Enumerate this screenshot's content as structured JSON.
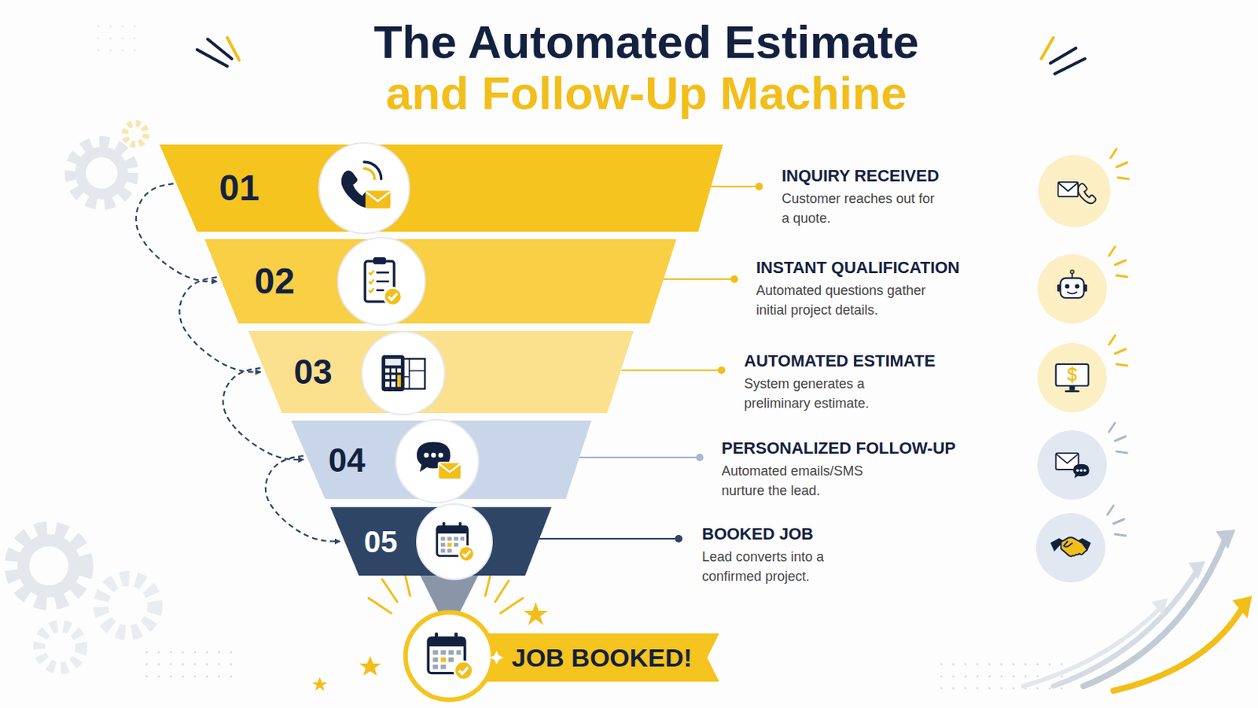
{
  "diagram": {
    "title": "The Automated Estimate and Follow-Up Machine",
    "nodes": [
      {
        "text": [
          "01",
          "INQUIRY RECEIVED",
          "Customer reaches out for a quote."
        ]
      },
      {
        "text": [
          "02",
          "INSTANT QUALIFICATION",
          "Automated questions gather initial project details."
        ]
      },
      {
        "text": [
          "03",
          "AUTOMATED ESTIMATE",
          "System generates a preliminary estimate."
        ]
      },
      {
        "text": [
          "04",
          "PERSONALIZED FOLLOW-UP",
          "Automated emails/SMS nurture the lead."
        ]
      },
      {
        "text": [
          "05",
          "BOOKED JOB",
          "Lead converts into a confirmed project."
        ]
      },
      {
        "text": [
          "JOB BOOKED!"
        ]
      }
    ],
    "edges": [
      {
        "from": 0,
        "to": 1,
        "arrow": "to"
      },
      {
        "from": 1,
        "to": 2,
        "arrow": "to"
      },
      {
        "from": 2,
        "to": 3,
        "arrow": "to"
      },
      {
        "from": 3,
        "to": 4,
        "arrow": "to"
      },
      {
        "from": 4,
        "to": 5,
        "arrow": "to"
      }
    ]
  }
}
